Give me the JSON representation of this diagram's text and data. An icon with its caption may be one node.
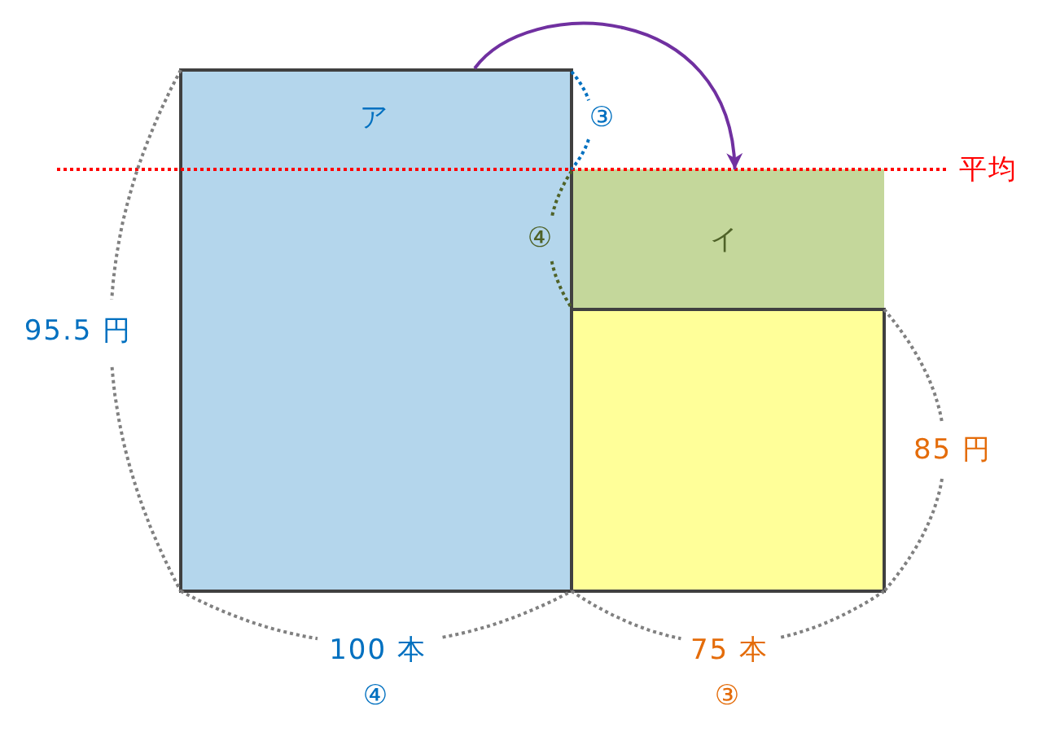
{
  "diagram": {
    "nodes": [
      {
        "text": [
          "ア"
        ]
      },
      {
        "text": [
          "イ"
        ]
      },
      {
        "text": [],
        "shape": "box"
      }
    ],
    "edges": [
      {
        "from": 0,
        "to": 1,
        "arrow": "to",
        "color": "#7030a0"
      }
    ],
    "labels": [
      "③",
      "平均",
      "④",
      "95.5 円",
      "85 円",
      "100 本",
      "75 本",
      "④",
      "③"
    ]
  }
}
